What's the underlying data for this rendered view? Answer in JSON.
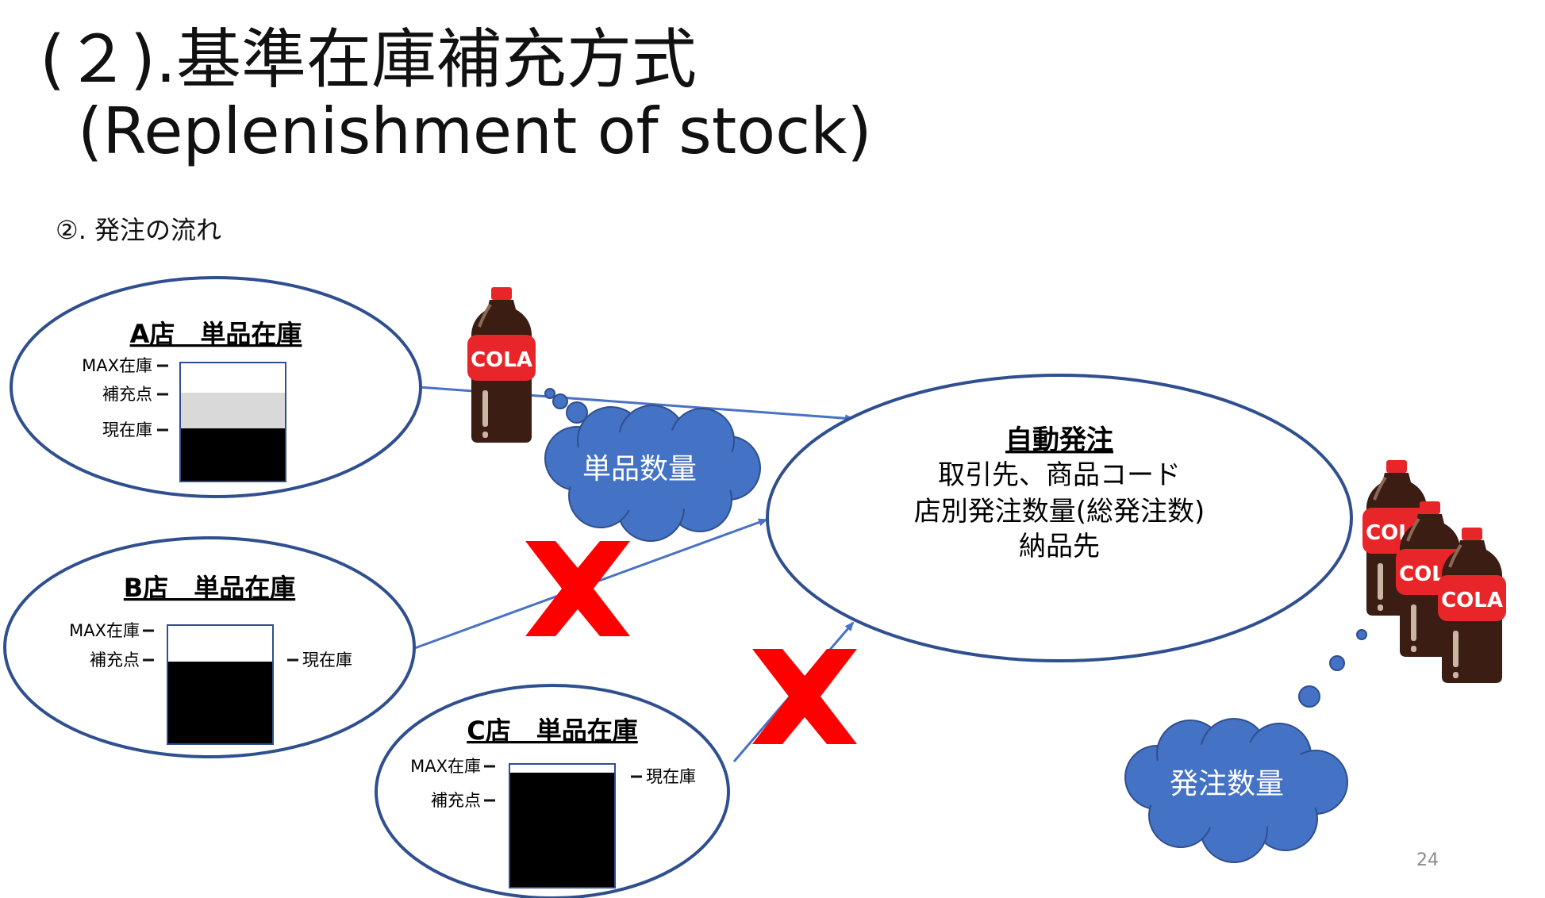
{
  "slide": {
    "title_line1": "(２).基準在庫補充方式",
    "title_line2": "(Replenishment of stock)",
    "subtitle": "②.  発注の流れ",
    "page_number": "24"
  },
  "stores": [
    {
      "title": "A店　単品在庫",
      "max_label": "MAX在庫",
      "reorder_label": "補充点",
      "current_label": "現在庫",
      "current_stock_fraction": 0.45,
      "reorder_point_fraction": 0.72,
      "order_sent": true
    },
    {
      "title": "B店　単品在庫",
      "max_label": "MAX在庫",
      "reorder_label": "補充点",
      "current_label": "現在庫",
      "current_stock_fraction": 0.7,
      "reorder_point_fraction": 0.7,
      "order_sent": false
    },
    {
      "title": "C店　単品在庫",
      "max_label": "MAX在庫",
      "reorder_label": "補充点",
      "current_label": "現在庫",
      "current_stock_fraction": 0.93,
      "reorder_point_fraction": 0.72,
      "order_sent": false
    }
  ],
  "auto_order": {
    "title": "自動発注",
    "lines": [
      "取引先、商品コード",
      "店別発注数量(総発注数)",
      "納品先"
    ]
  },
  "clouds": {
    "item_quantity": "単品数量",
    "order_quantity": "発注数量"
  },
  "product_label": "COLA",
  "colors": {
    "ellipse_stroke": "#2f4f8f",
    "arrow": "#4a72c4",
    "cloud_fill": "#4472c4",
    "cross": "#ff0000",
    "bottle_cap": "#e8262a",
    "bottle_body": "#3b1d14",
    "reorder_band": "#d9d9d9"
  }
}
